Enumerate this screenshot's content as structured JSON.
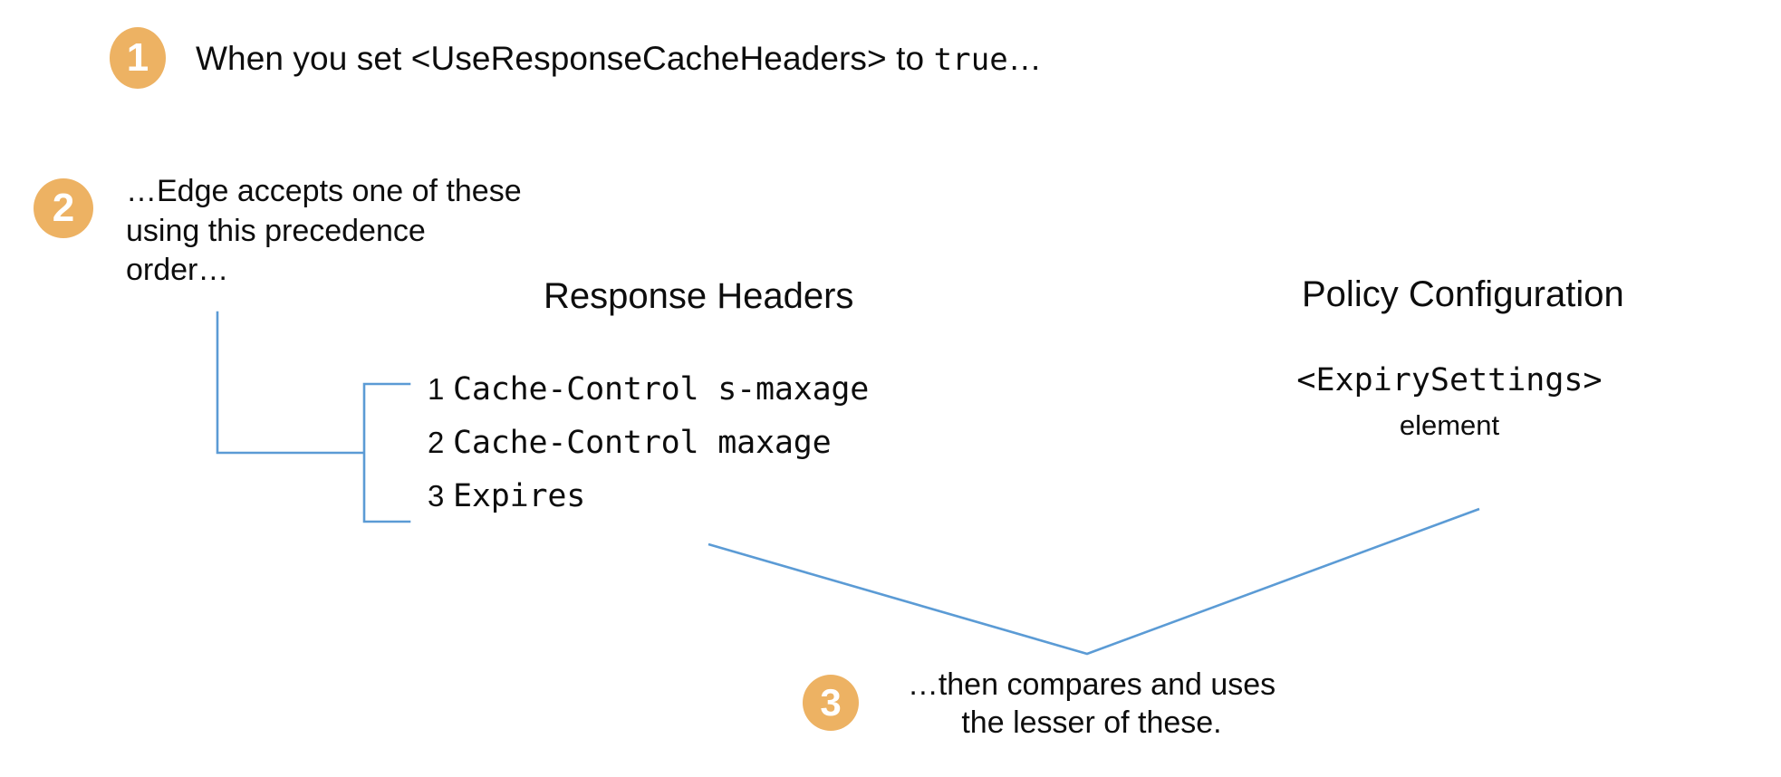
{
  "diagram": {
    "title": "Edge response cache header precedence",
    "background_color": "#ffffff",
    "badge_color": "#edb263",
    "badge_text_color": "#ffffff",
    "connector_color": "#5b9bd5",
    "text_color": "#0d0d0d"
  },
  "steps": [
    {
      "number": "1",
      "text_plain": "When you set <UseResponseCacheHeaders> to true…",
      "text_lead": "When you set <UseResponseCacheHeaders> to ",
      "text_mono": "true",
      "text_tail": "…"
    },
    {
      "number": "2",
      "line1": "…Edge accepts one of these",
      "line2": "using this precedence",
      "line3": "order…"
    },
    {
      "number": "3",
      "line1": "…then compares and uses",
      "line2": "the lesser of these."
    }
  ],
  "columns": {
    "response_headers": {
      "heading": "Response Headers",
      "items": [
        {
          "index": "1",
          "label": "Cache-Control s-maxage"
        },
        {
          "index": "2",
          "label": "Cache-Control maxage"
        },
        {
          "index": "3",
          "label": "Expires"
        }
      ]
    },
    "policy_configuration": {
      "heading": "Policy Configuration",
      "element_tag": "<ExpirySettings>",
      "element_word": "element"
    }
  }
}
